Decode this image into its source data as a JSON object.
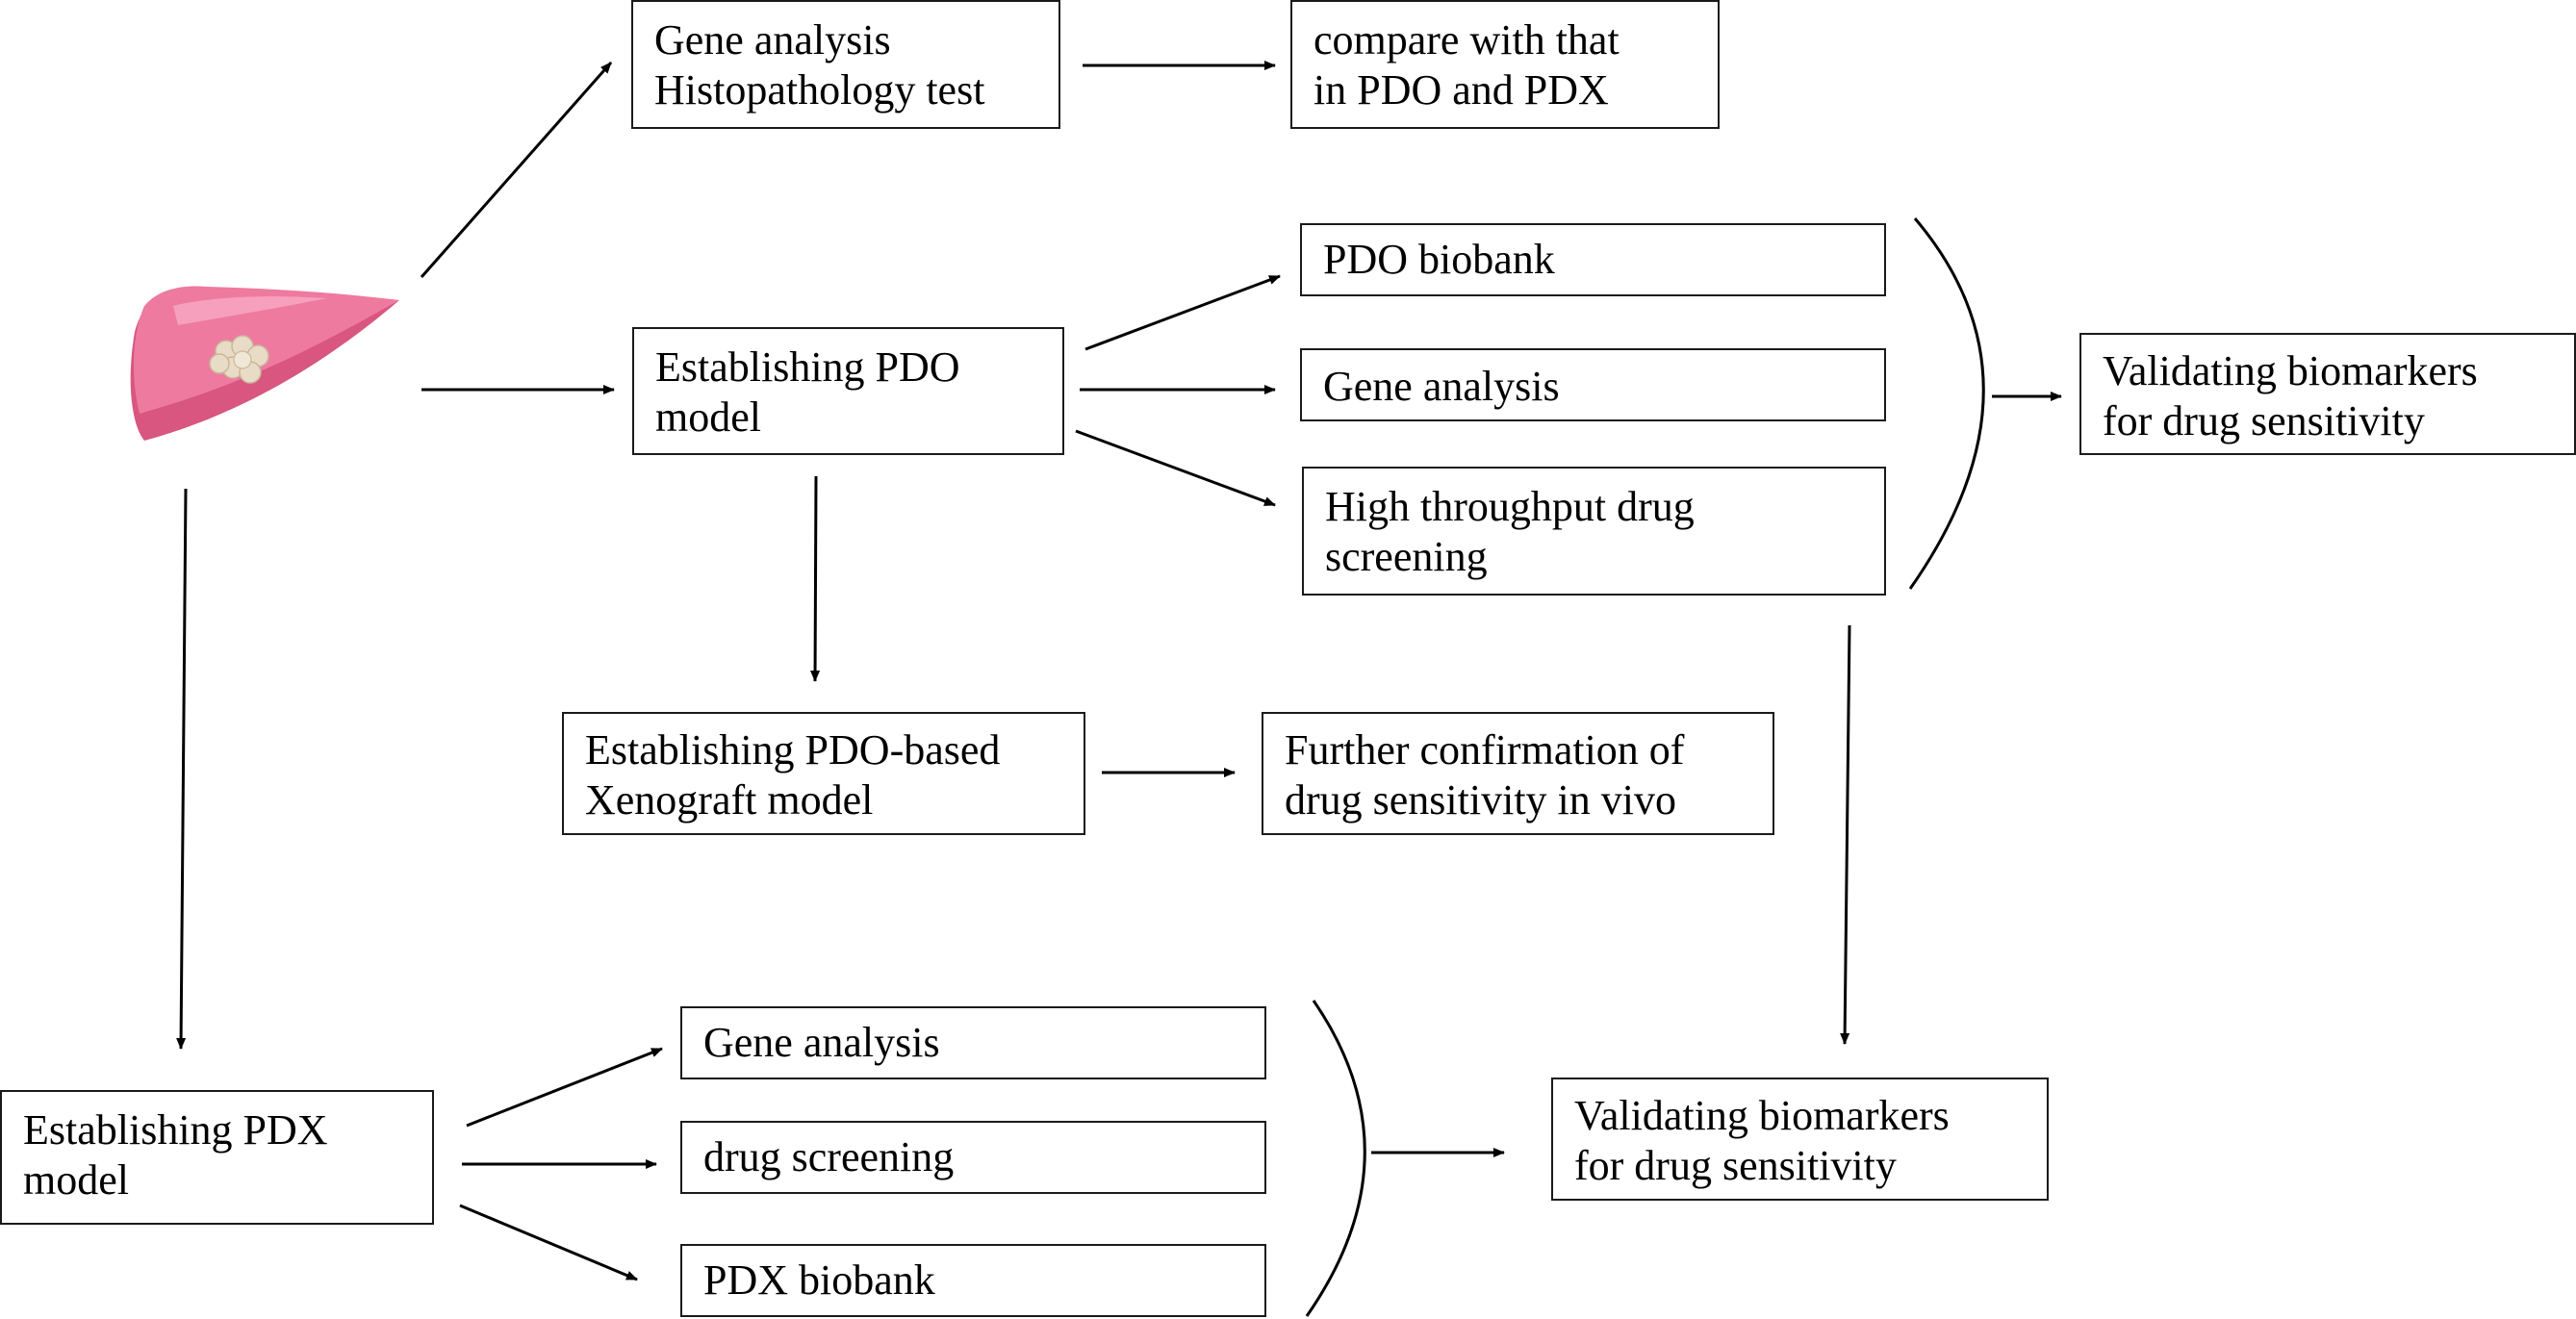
{
  "colors": {
    "stroke": "#000000",
    "box_border": "#1a1a1a",
    "liver_main": "#ee7aa0",
    "liver_dark": "#d8567f",
    "liver_highlight": "#f7aac4",
    "tumor": "#e9dcc6"
  },
  "icons": {
    "liver": "liver-icon"
  },
  "nodes": {
    "gene_histo": {
      "lines": [
        "Gene analysis",
        "Histopathology test"
      ]
    },
    "compare": {
      "lines": [
        "compare with that",
        "in PDO and PDX"
      ]
    },
    "pdo_model": {
      "lines": [
        "Establishing PDO",
        "model"
      ]
    },
    "pdo_biobank": {
      "lines": [
        "PDO biobank"
      ]
    },
    "pdo_gene": {
      "lines": [
        "Gene analysis"
      ]
    },
    "pdo_hts": {
      "lines": [
        "High throughput drug",
        "screening"
      ]
    },
    "validate_pdo": {
      "lines": [
        "Validating biomarkers",
        "for drug sensitivity"
      ]
    },
    "pdox_model": {
      "lines": [
        "Establishing PDO-based",
        "Xenograft model"
      ]
    },
    "confirm": {
      "lines": [
        "Further confirmation of",
        "drug sensitivity in vivo"
      ]
    },
    "pdx_model": {
      "lines": [
        "Establishing PDX",
        "model"
      ]
    },
    "pdx_gene": {
      "lines": [
        "Gene analysis"
      ]
    },
    "pdx_drug": {
      "lines": [
        "drug screening"
      ]
    },
    "pdx_biobank": {
      "lines": [
        "PDX biobank"
      ]
    },
    "validate_pdx": {
      "lines": [
        "Validating biomarkers",
        "for drug sensitivity"
      ]
    }
  }
}
